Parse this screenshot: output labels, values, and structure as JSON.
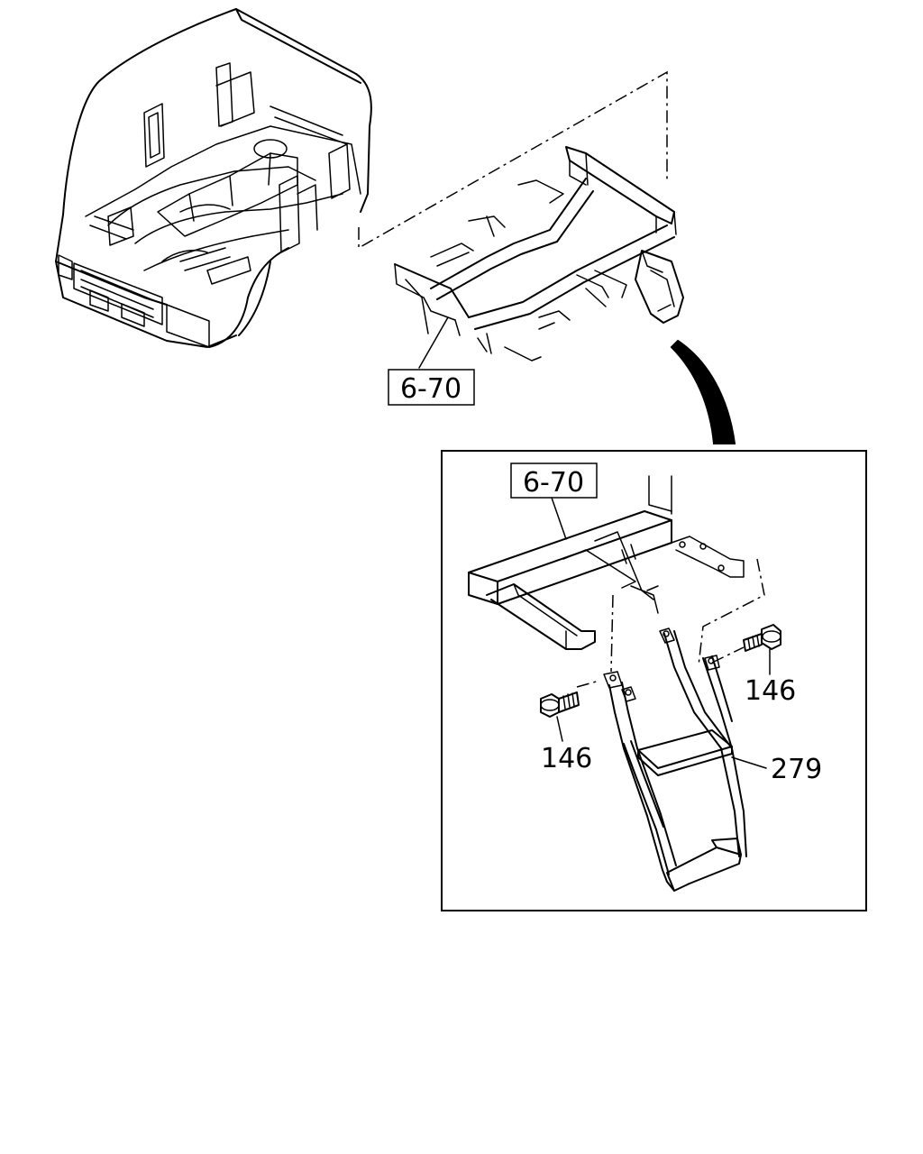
{
  "references": {
    "ref_top": "6-70",
    "ref_detail": "6-70"
  },
  "callouts": {
    "bolt_left": "146",
    "bolt_right": "146",
    "step_bracket": "279"
  },
  "colors": {
    "line": "#000000",
    "background": "#ffffff"
  }
}
